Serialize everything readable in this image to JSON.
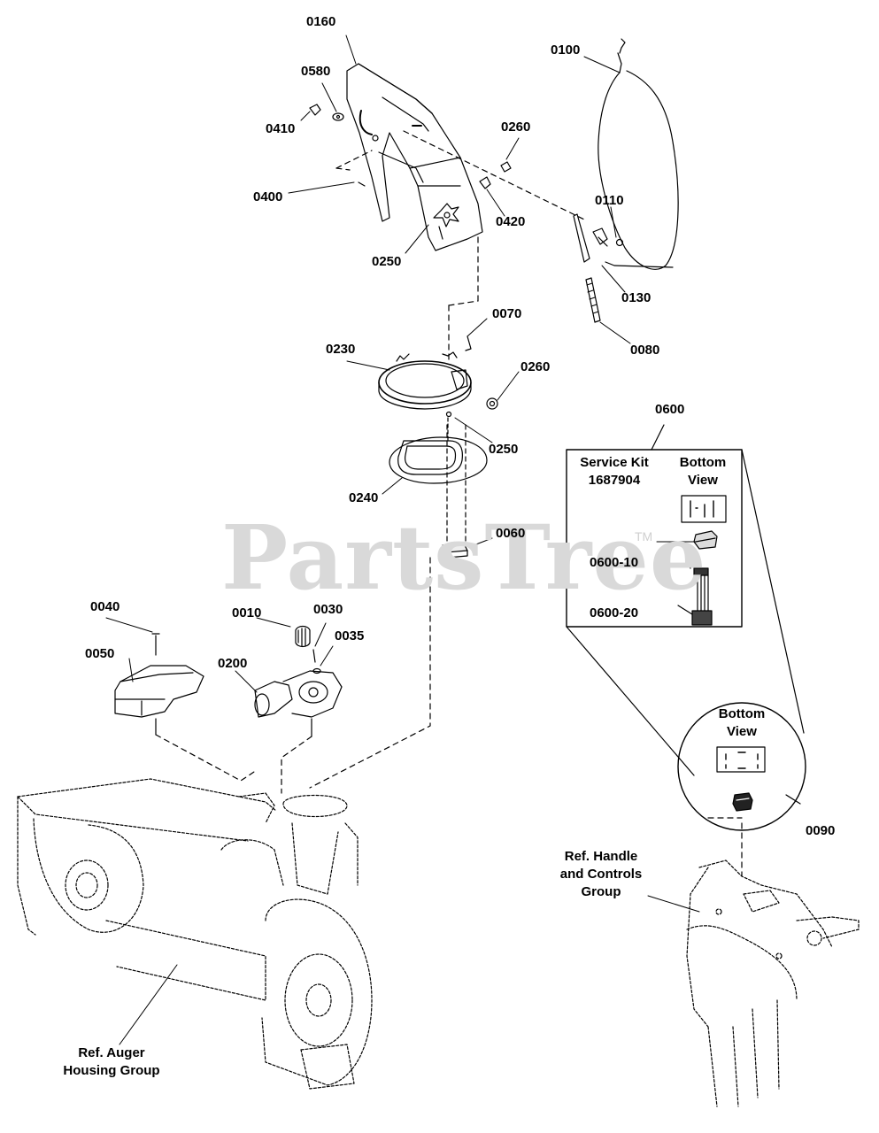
{
  "watermark": {
    "text": "PartsTree",
    "tm": "TM"
  },
  "callouts": {
    "p0160": "0160",
    "p0580": "0580",
    "p0410": "0410",
    "p0400": "0400",
    "p0250a": "0250",
    "p0260a": "0260",
    "p0420": "0420",
    "p0100": "0100",
    "p0110": "0110",
    "p0130": "0130",
    "p0080": "0080",
    "p0070": "0070",
    "p0230": "0230",
    "p0260b": "0260",
    "p0250b": "0250",
    "p0240": "0240",
    "p0060": "0060",
    "p0040": "0040",
    "p0050": "0050",
    "p0010": "0010",
    "p0030": "0030",
    "p0035": "0035",
    "p0200": "0200",
    "p0600": "0600",
    "p0600_10": "0600-10",
    "p0600_20": "0600-20",
    "p0090": "0090"
  },
  "service_kit": {
    "title_line1": "Service Kit",
    "title_line2": "1687904",
    "view_line1": "Bottom",
    "view_line2": "View"
  },
  "detail_circle": {
    "view_line1": "Bottom",
    "view_line2": "View"
  },
  "references": {
    "auger_line1": "Ref. Auger",
    "auger_line2": "Housing Group",
    "handle_line1": "Ref. Handle",
    "handle_line2": "and Controls",
    "handle_line3": "Group"
  }
}
